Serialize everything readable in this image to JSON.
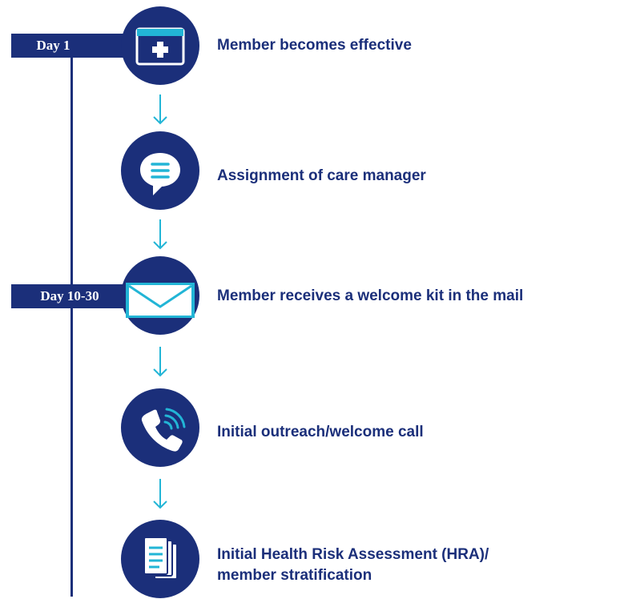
{
  "timeline": {
    "days": [
      {
        "label": "Day 1"
      },
      {
        "label": "Day 10-30"
      }
    ]
  },
  "steps": [
    {
      "label": "Member becomes effective",
      "icon": "medical-calendar-icon"
    },
    {
      "label": "Assignment of care manager",
      "icon": "chat-bubble-icon"
    },
    {
      "label": "Member receives a welcome kit in the mail",
      "icon": "envelope-icon"
    },
    {
      "label": "Initial outreach/welcome call",
      "icon": "phone-call-icon"
    },
    {
      "label": "Initial Health Risk Assessment (HRA)/",
      "label2": "member stratification",
      "icon": "document-stack-icon"
    }
  ],
  "colors": {
    "navy": "#1b2f7a",
    "accent": "#22b5d6",
    "text": "#1b2f7a"
  }
}
